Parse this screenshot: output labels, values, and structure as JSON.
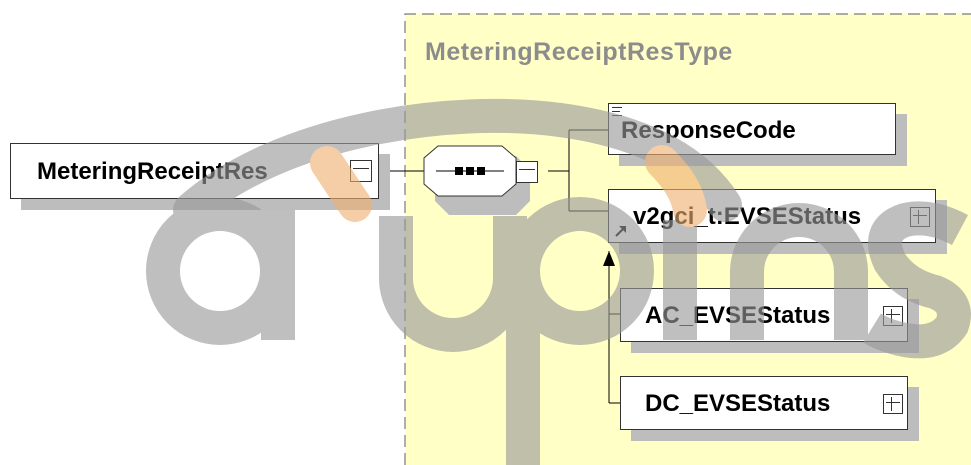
{
  "diagram": {
    "complex_type": "MeteringReceiptResType",
    "root_element": "MeteringReceiptRes",
    "elements": [
      {
        "label": "ResponseCode"
      },
      {
        "label": "v2gci_t:EVSEStatus"
      },
      {
        "label": "AC_EVSEStatus"
      },
      {
        "label": "DC_EVSEStatus"
      }
    ]
  },
  "watermark": {
    "text": "aupins"
  },
  "colors": {
    "type_background": "#ffffc6",
    "node_shadow": "#bdbdbd",
    "title_gray": "#8c8c8c",
    "watermark_gray": "#999999",
    "watermark_orange": "#f0b070"
  }
}
